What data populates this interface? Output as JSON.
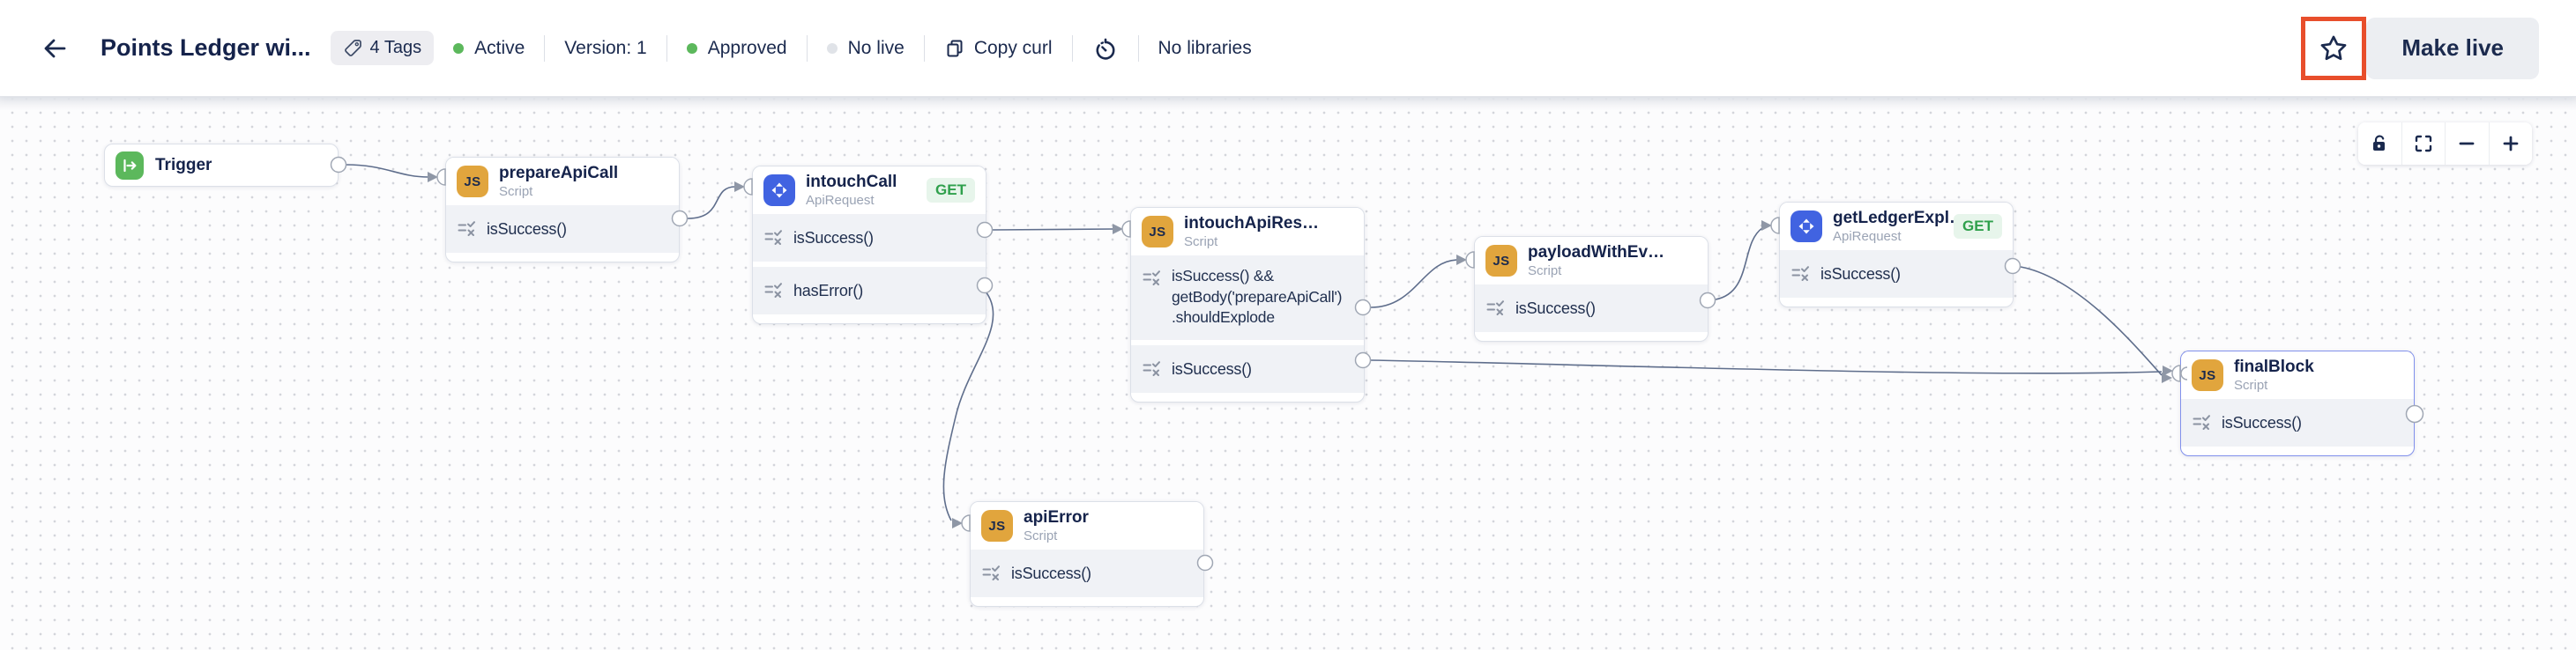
{
  "header": {
    "title": "Points Ledger wi...",
    "tags_label": "4 Tags",
    "active_label": "Active",
    "version_label": "Version: 1",
    "approved_label": "Approved",
    "live_label": "No live",
    "copy_curl_label": "Copy curl",
    "libraries_label": "No libraries",
    "make_live_label": "Make live"
  },
  "icons": {
    "js_label": "JS"
  },
  "canvas": {
    "nodes": [
      {
        "id": "trigger",
        "title": "Trigger",
        "type": "trigger"
      },
      {
        "id": "prepareApiCall",
        "title": "prepareApiCall",
        "subtitle": "Script",
        "rows": [
          "isSuccess()"
        ]
      },
      {
        "id": "intouchCall",
        "title": "intouchCall",
        "subtitle": "ApiRequest",
        "badge": "GET",
        "rows": [
          "isSuccess()",
          "hasError()"
        ]
      },
      {
        "id": "intouchApiRes",
        "title": "intouchApiRes…",
        "subtitle": "Script",
        "rows": [
          "isSuccess() && getBody('prepareApiCall') .shouldExplode",
          "isSuccess()"
        ]
      },
      {
        "id": "payloadWithEv",
        "title": "payloadWithEv…",
        "subtitle": "Script",
        "rows": [
          "isSuccess()"
        ]
      },
      {
        "id": "getLedgerExpl",
        "title": "getLedgerExpl…",
        "subtitle": "ApiRequest",
        "badge": "GET",
        "rows": [
          "isSuccess()"
        ]
      },
      {
        "id": "finalBlock",
        "title": "finalBlock",
        "subtitle": "Script",
        "rows": [
          "isSuccess()"
        ],
        "selected": true
      },
      {
        "id": "apiError",
        "title": "apiError",
        "subtitle": "Script",
        "rows": [
          "isSuccess()"
        ]
      }
    ]
  },
  "colors": {
    "green": "#5CB85C",
    "get-green": "#2FA04C",
    "get-bg": "#E7F5EB",
    "amber": "#E1A53D",
    "blue": "#4163E1",
    "red": "#E84E2B",
    "selected": "#8190EC"
  }
}
